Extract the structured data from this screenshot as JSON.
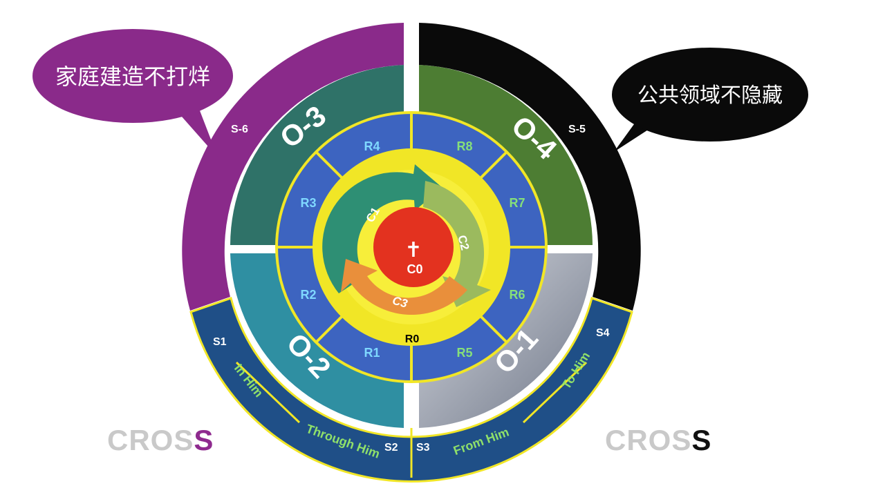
{
  "bubbles": {
    "left": "家庭建造不打烊",
    "right": "公共领域不隐藏"
  },
  "arcs": {
    "s6": "S-6",
    "s5": "S-5"
  },
  "quadrants": {
    "o1": "O-1",
    "o2": "O-2",
    "o3": "O-3",
    "o4": "O-4"
  },
  "segments": {
    "r1": "R1",
    "r2": "R2",
    "r3": "R3",
    "r4": "R4",
    "r5": "R5",
    "r6": "R6",
    "r7": "R7",
    "r8": "R8"
  },
  "core": {
    "r0": "R0",
    "c0": "C0",
    "c1": "C1",
    "c2": "C2",
    "c3": "C3",
    "cross_symbol": "✝"
  },
  "bottom": {
    "s1": "S1",
    "s2": "S2",
    "s3": "S3",
    "s4": "S4",
    "in_him": "In Him",
    "through_him": "Through Him",
    "from_him": "From Him",
    "to_him": "To Him"
  },
  "watermark": {
    "left_base": "CROS",
    "left_last": "S",
    "right_base": "CROS",
    "right_last": "S"
  },
  "colors": {
    "purple": "#8a2a8a",
    "black": "#0a0a0a",
    "navy": "#1f4f87",
    "teal_dark": "#2f7268",
    "olive": "#4d7d33",
    "teal_mid": "#2f8fa2",
    "gray": "#8b93a3",
    "royal": "#3d64c0",
    "yellow": "#f1e626",
    "red": "#e3321f",
    "green_arrow": "#2e8f74",
    "lime_arrow": "#9bba5e",
    "orange_arrow": "#e98f3b"
  }
}
